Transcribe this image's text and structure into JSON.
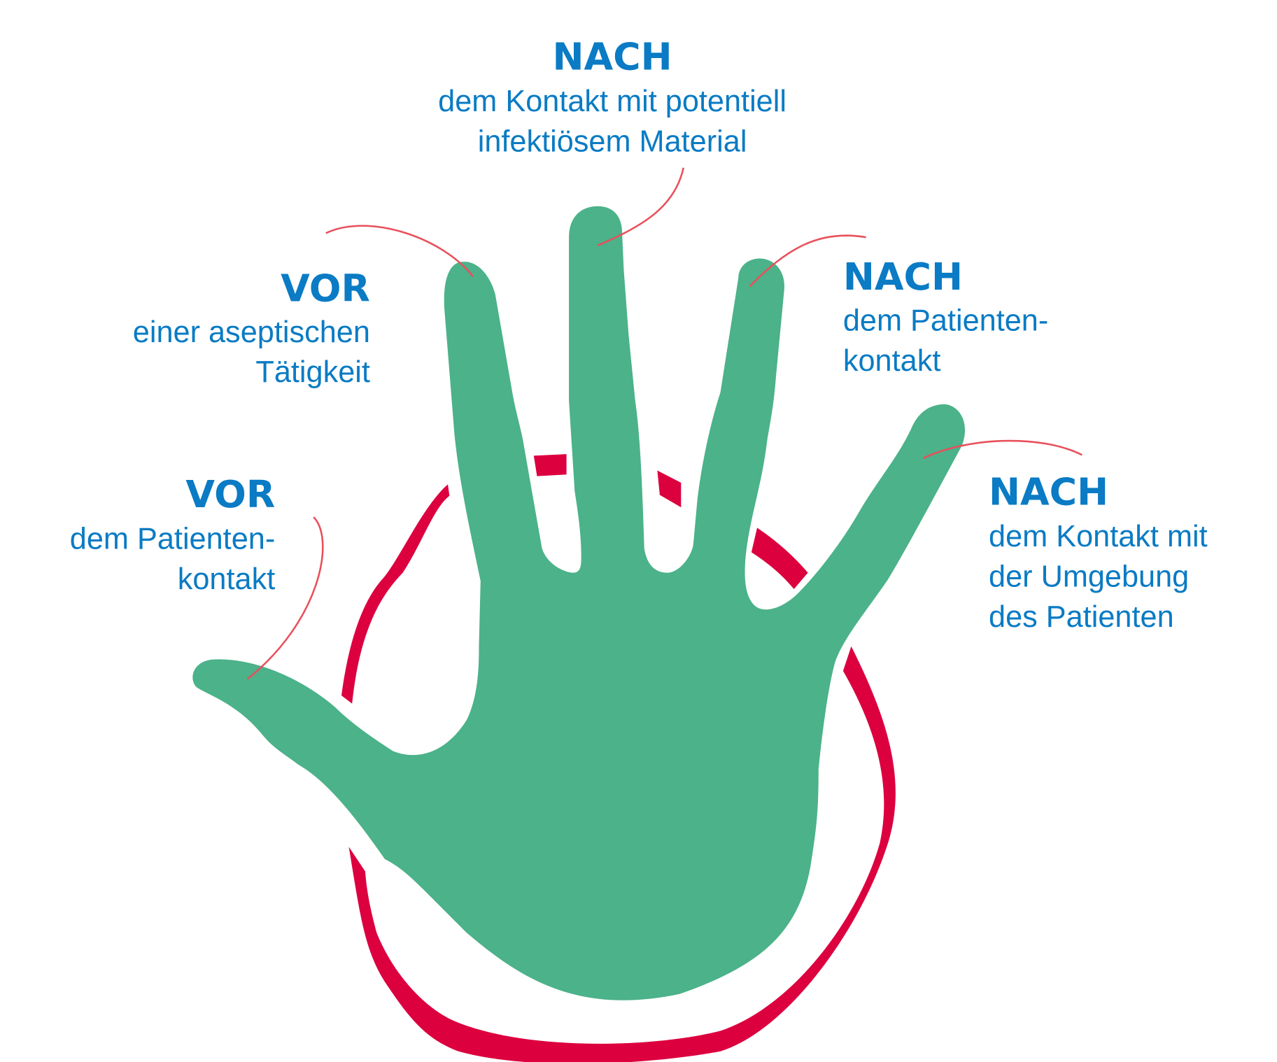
{
  "colors": {
    "text": "#0a7bc4",
    "hand": "#4bb28a",
    "arc": "#dc003f",
    "leader": "#e8505b"
  },
  "labels": {
    "top": {
      "title": "NACH",
      "lines": [
        "dem Kontakt mit potentiell",
        "infektiösem Material"
      ]
    },
    "aseptic": {
      "title": "VOR",
      "lines": [
        "einer aseptischen",
        "Tätigkeit"
      ]
    },
    "before_patient": {
      "title": "VOR",
      "lines": [
        "dem Patienten-",
        "kontakt"
      ]
    },
    "after_patient": {
      "title": "NACH",
      "lines": [
        "dem Patienten-",
        "kontakt"
      ]
    },
    "surroundings": {
      "title": "NACH",
      "lines": [
        "dem Kontakt mit",
        "der Umgebung",
        "des Patienten"
      ]
    }
  }
}
